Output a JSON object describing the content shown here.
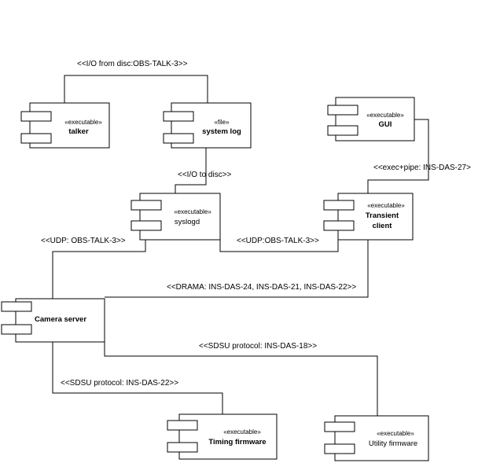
{
  "components": {
    "talker": {
      "stereotype": "«executable»",
      "name": "talker"
    },
    "system_log": {
      "stereotype": "«file»",
      "name": "system log"
    },
    "gui": {
      "stereotype": "«executable»",
      "name": "GUI"
    },
    "syslogd": {
      "stereotype": "«executable»",
      "name": "syslogd"
    },
    "transient_client": {
      "stereotype": "«executable»",
      "name_line1": "Transient",
      "name_line2": "client"
    },
    "camera_server": {
      "name": "Camera server"
    },
    "timing_firmware": {
      "stereotype": "«executable»",
      "name": "Timing firmware"
    },
    "utility_firmware": {
      "stereotype": "«executable»",
      "name": "Utility firmware"
    }
  },
  "connections": {
    "io_from_disc": "<<I/O from disc:OBS-TALK-3>>",
    "io_to_disc": "<<I/O to disc>>",
    "exec_pipe": "<<exec+pipe: INS-DAS-27>",
    "udp_syslogd": "<<UDP: OBS-TALK-3>>",
    "udp_transient": "<<UDP:OBS-TALK-3>>",
    "drama": "<<DRAMA: INS-DAS-24, INS-DAS-21, INS-DAS-22>>",
    "sdsu_utility": "<<SDSU protocol: INS-DAS-18>>",
    "sdsu_timing": "<<SDSU protocol: INS-DAS-22>>"
  }
}
